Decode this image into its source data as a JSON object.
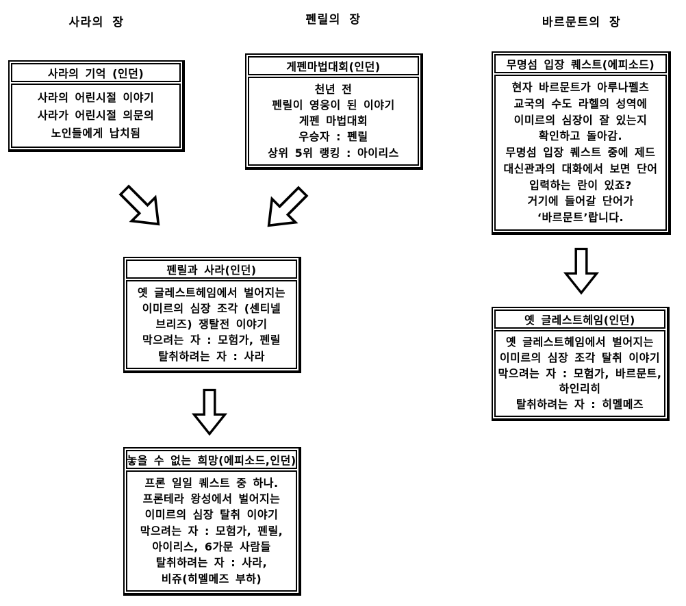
{
  "colors": {
    "border": "#000000",
    "background": "#ffffff",
    "text": "#000000"
  },
  "headers": {
    "left": "사라의 장",
    "center": "펜릴의 장",
    "right": "바르문트의 장"
  },
  "boxes": {
    "sara_memory": {
      "title": "사라의 기억 (인던)",
      "lines": [
        "사라의 어린시절 이야기",
        "사라가 어린시절 의문의",
        "노인들에게 납치됨"
      ]
    },
    "geffen_tournament": {
      "title": "게펜마법대회(인던)",
      "lines": [
        "천년 전",
        "펜릴이 영웅이 된 이야기",
        "게펜 마법대회",
        "우승자 : 펜릴",
        "상위 5위 랭킹 : 아이리스"
      ]
    },
    "nameless_island": {
      "title": "무명섬 입장 퀘스트(에피소드)",
      "lines": [
        "현자 바르문트가 아루나펠츠",
        "교국의 수도 라헬의 성역에",
        "이미르의 심장이 잘 있는지",
        "확인하고 돌아감.",
        "무명섬 입장 퀘스트 중에 제드",
        "대신관과의 대화에서 보면 단어",
        "입력하는 란이 있죠?",
        "거기에 들어갈 단어가",
        "‘바르문트’랍니다."
      ]
    },
    "fenrir_sara": {
      "title": "펜릴과 사라(인던)",
      "lines": [
        "옛 글레스트헤임에서 벌어지는",
        "이미르의 심장 조각 (센티넬",
        "브리즈) 쟁탈전 이야기",
        "막으려는 자 : 모험가, 펜릴",
        "탈취하려는 자 : 사라"
      ]
    },
    "old_glast_heim": {
      "title": "옛 글레스트헤임(인던)",
      "lines": [
        "옛 글레스트헤임에서 벌어지는",
        "이미르의 심장 조각 탈취 이야기",
        "막으려는 자 : 모험가, 바르문트,",
        "하인리히",
        "탈취하려는 자 : 히멜메즈"
      ]
    },
    "unrelinquishable_hope": {
      "title": "놓을 수 없는 희망(에피소드,인던)",
      "lines": [
        "프론 일일 퀘스트 중 하나.",
        "프론테라 왕성에서 벌어지는",
        "이미르의 심장 탈취 이야기",
        "막으려는 자 : 모험가, 펜릴,",
        "아이리스, 6가문 사람들",
        "탈취하려는 자 : 사라,",
        "비쥬(히멜메즈 부하)"
      ]
    }
  },
  "arrows": [
    {
      "icon": "arrow-down-right-icon",
      "from": "sara_memory",
      "to": "fenrir_sara"
    },
    {
      "icon": "arrow-down-left-icon",
      "from": "geffen_tournament",
      "to": "fenrir_sara"
    },
    {
      "icon": "arrow-down-icon",
      "from": "fenrir_sara",
      "to": "unrelinquishable_hope"
    },
    {
      "icon": "arrow-down-icon",
      "from": "nameless_island",
      "to": "old_glast_heim"
    }
  ]
}
